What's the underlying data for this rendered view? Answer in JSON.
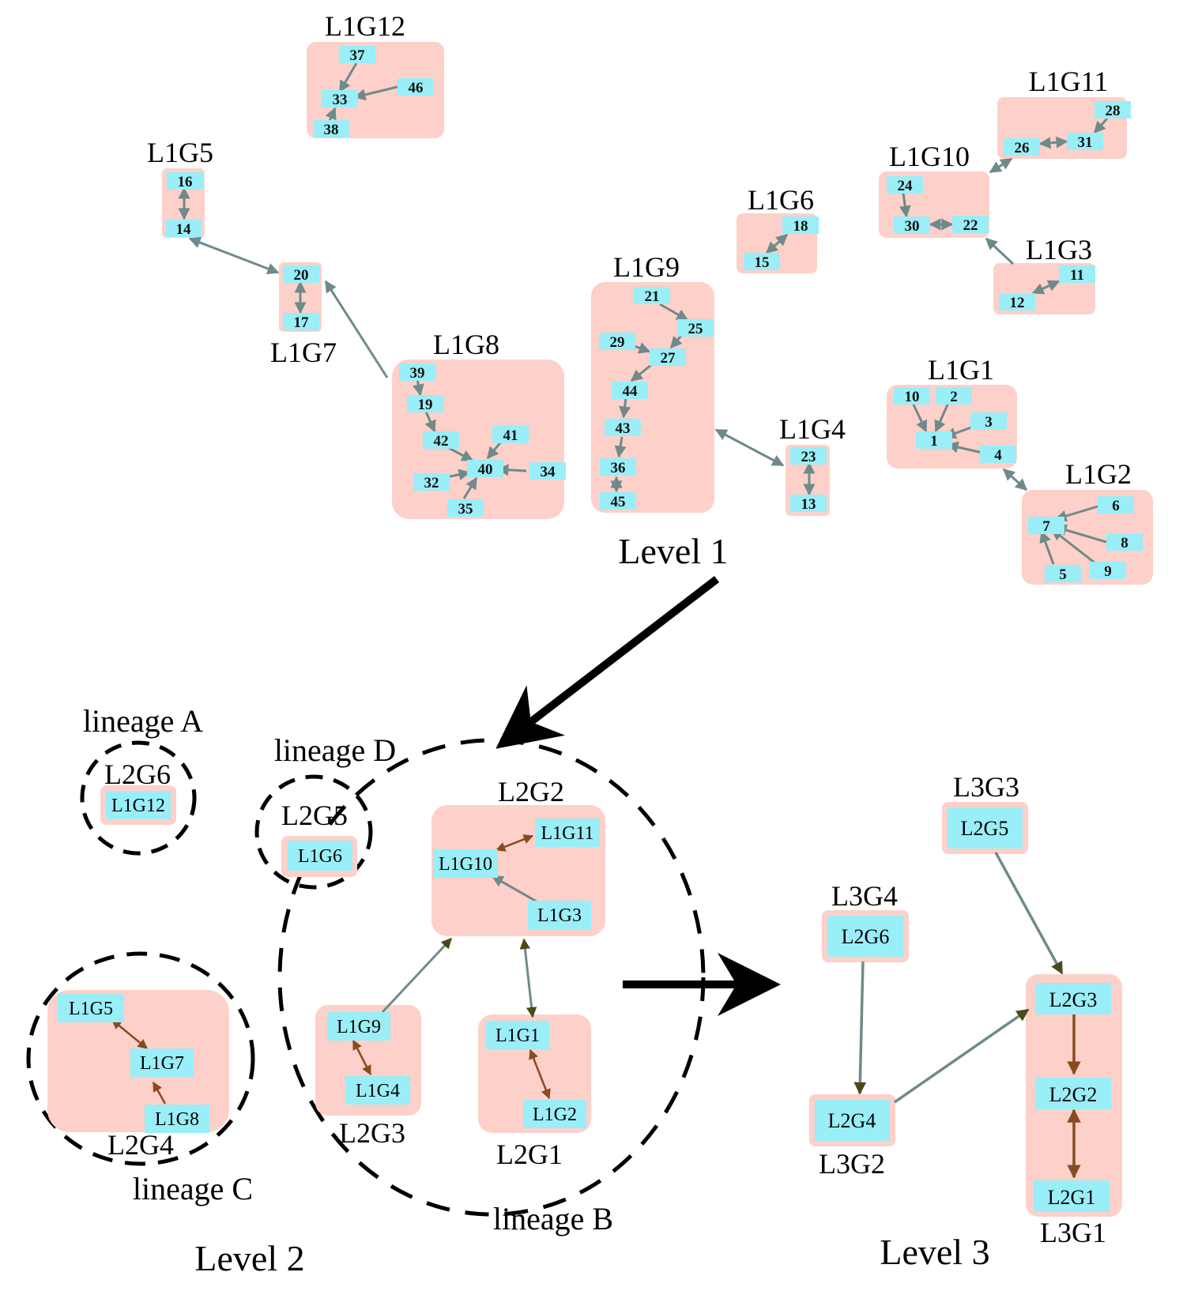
{
  "colors": {
    "group_fill": "#fdd0ca",
    "node_fill": "#99eef7",
    "edge_gray": "#6f8a8a",
    "edge_brown": "#8a4a1f",
    "edge_olive": "#4a4a18",
    "big_arrow": "#000000"
  },
  "level_labels": [
    "Level 1",
    "Level 2",
    "Level 3"
  ],
  "lineage_labels": [
    "lineage A",
    "lineage B",
    "lineage C",
    "lineage D"
  ],
  "level1": {
    "groups": [
      {
        "label": "L1G12",
        "nodes": [
          "37",
          "46",
          "33",
          "38"
        ]
      },
      {
        "label": "L1G5",
        "nodes": [
          "16",
          "14"
        ]
      },
      {
        "label": "L1G7",
        "nodes": [
          "20",
          "17"
        ]
      },
      {
        "label": "L1G8",
        "nodes": [
          "39",
          "19",
          "42",
          "41",
          "40",
          "34",
          "32",
          "35"
        ]
      },
      {
        "label": "L1G9",
        "nodes": [
          "21",
          "25",
          "29",
          "27",
          "44",
          "43",
          "36",
          "45"
        ]
      },
      {
        "label": "L1G6",
        "nodes": [
          "18",
          "15"
        ]
      },
      {
        "label": "L1G4",
        "nodes": [
          "23",
          "13"
        ]
      },
      {
        "label": "L1G11",
        "nodes": [
          "28",
          "26",
          "31"
        ]
      },
      {
        "label": "L1G10",
        "nodes": [
          "24",
          "30",
          "22"
        ]
      },
      {
        "label": "L1G3",
        "nodes": [
          "11",
          "12"
        ]
      },
      {
        "label": "L1G1",
        "nodes": [
          "10",
          "2",
          "3",
          "1",
          "4"
        ]
      },
      {
        "label": "L1G2",
        "nodes": [
          "6",
          "7",
          "8",
          "5",
          "9"
        ]
      }
    ]
  },
  "level2": {
    "groups": [
      {
        "label": "L2G6",
        "nodes": [
          "L1G12"
        ]
      },
      {
        "label": "L2G5",
        "nodes": [
          "L1G6"
        ]
      },
      {
        "label": "L2G2",
        "nodes": [
          "L1G11",
          "L1G10",
          "L1G3"
        ]
      },
      {
        "label": "L2G4",
        "nodes": [
          "L1G5",
          "L1G7",
          "L1G8"
        ]
      },
      {
        "label": "L2G3",
        "nodes": [
          "L1G9",
          "L1G4"
        ]
      },
      {
        "label": "L2G1",
        "nodes": [
          "L1G1",
          "L1G2"
        ]
      }
    ]
  },
  "level3": {
    "groups": [
      {
        "label": "L3G3",
        "nodes": [
          "L2G5"
        ]
      },
      {
        "label": "L3G4",
        "nodes": [
          "L2G6"
        ]
      },
      {
        "label": "L3G2",
        "nodes": [
          "L2G4"
        ]
      },
      {
        "label": "L3G1",
        "nodes": [
          "L2G3",
          "L2G2",
          "L2G1"
        ]
      }
    ]
  }
}
